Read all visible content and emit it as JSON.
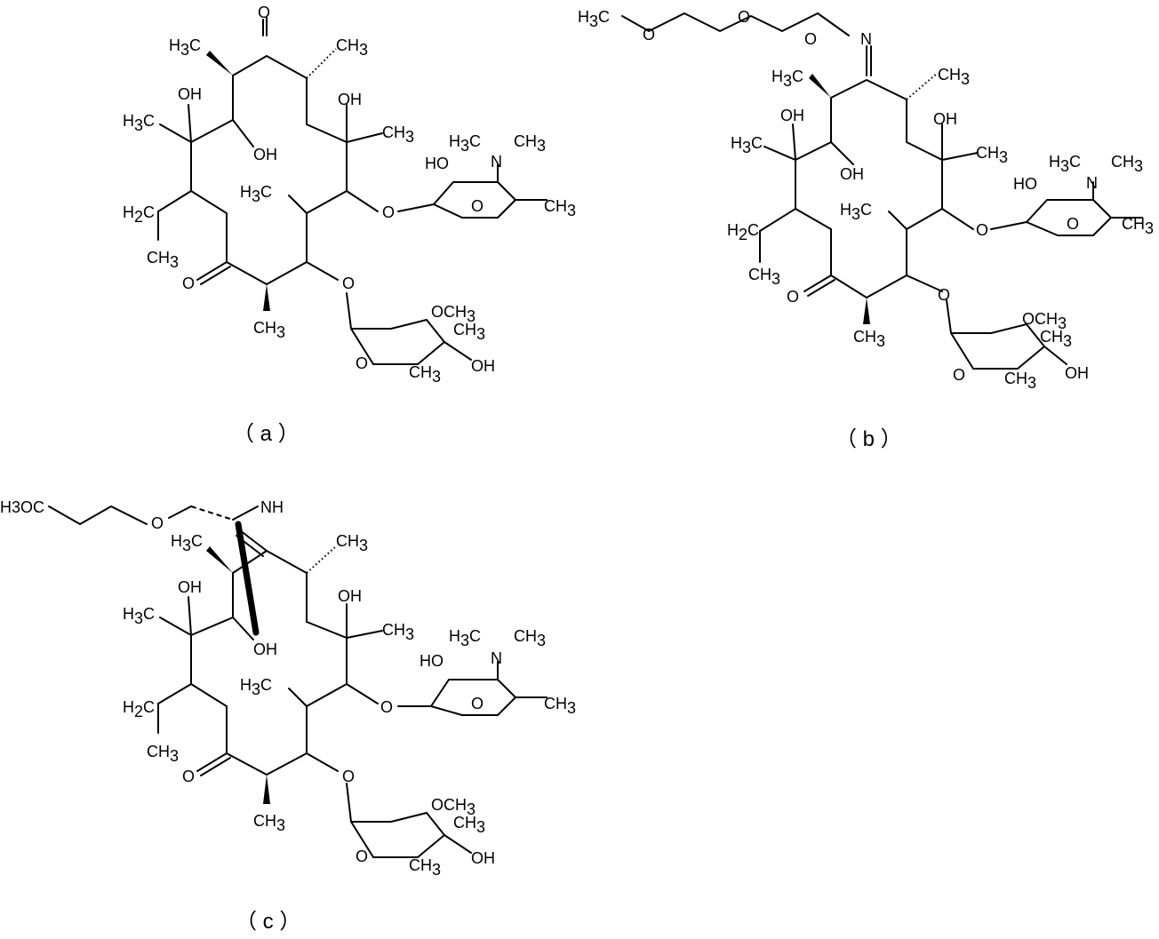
{
  "panels": [
    {
      "caption": "（ a ）"
    },
    {
      "caption": "（ b ）"
    },
    {
      "caption": "（ c ）"
    }
  ],
  "labels": {
    "O": "O",
    "N": "N",
    "NH": "NH",
    "OH": "OH",
    "HO": "HO",
    "H": "H",
    "C": "C",
    "CH": "CH",
    "OCH": "OCH",
    "three": "3",
    "two": "2",
    "H3CO_c": "H3OC",
    "methoxy_chain_b": "O"
  }
}
